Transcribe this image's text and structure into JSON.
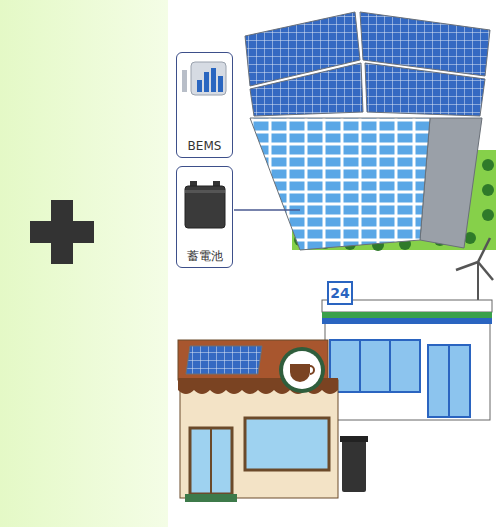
{
  "diagram": {
    "nodes": [
      {
        "text": [
          "BEMS"
        ]
      },
      {
        "text": [
          "蓄電池"
        ]
      }
    ],
    "labels": [
      "24"
    ]
  }
}
